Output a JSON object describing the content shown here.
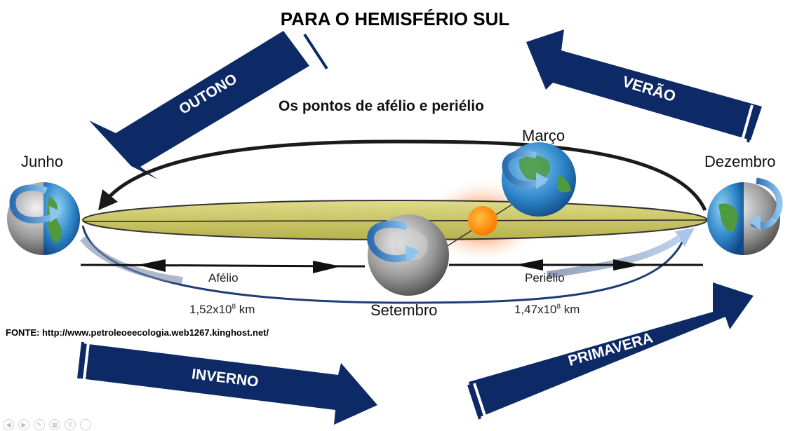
{
  "title": "PARA O HEMISFÉRIO  SUL",
  "subtitle": "Os pontos de afélio e periélio",
  "seasons": {
    "outono": "OUTONO",
    "verao": "VERÃO",
    "inverno": "INVERNO",
    "primavera": "PRIMAVERA"
  },
  "months": {
    "junho": "Junho",
    "marco": "Março",
    "dezembro": "Dezembro",
    "setembro": "Setembro"
  },
  "distances": {
    "afelio_label": "Afélio",
    "afelio_value": "1,52x10",
    "afelio_exp": "8",
    "perielio_label": "Periélio",
    "perielio_value": "1,47x10",
    "perielio_exp": "8",
    "unit": " km"
  },
  "source": "FONTE: http://www.petroleoeecologia.web1267.kinghost.net/",
  "colors": {
    "season_arrow": "#0d2a66",
    "orbit_fill": "#c8c866",
    "sun": "#ff8a00",
    "earth_ocean": "#2f86c9",
    "earth_land": "#4f9a3c"
  },
  "toolbar_icons": [
    "prev-icon",
    "next-icon",
    "pen-icon",
    "slides-icon",
    "zoom-icon",
    "more-icon"
  ]
}
